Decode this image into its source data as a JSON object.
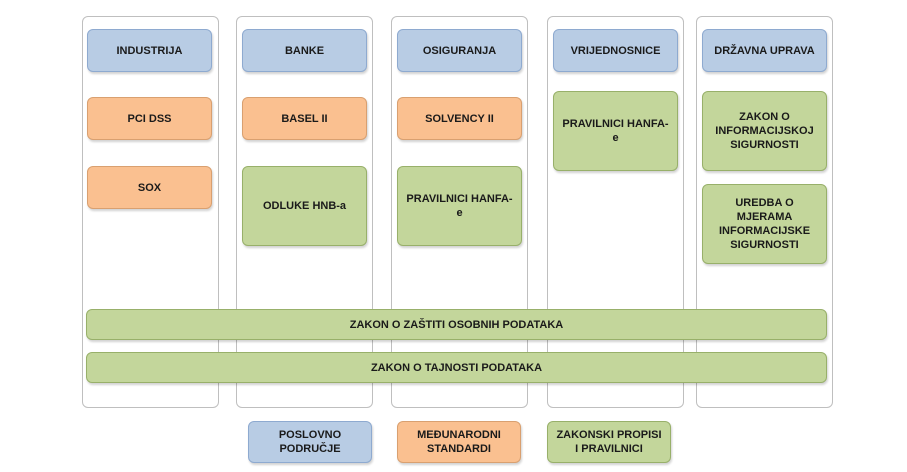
{
  "columns": [
    {
      "header": "INDUSTRIJA",
      "items": [
        {
          "label": "PCI DSS",
          "type": "standard"
        },
        {
          "label": "SOX",
          "type": "standard"
        }
      ]
    },
    {
      "header": "BANKE",
      "items": [
        {
          "label": "BASEL II",
          "type": "standard"
        },
        {
          "label": "ODLUKE HNB-a",
          "type": "law"
        }
      ]
    },
    {
      "header": "OSIGURANJA",
      "items": [
        {
          "label": "SOLVENCY II",
          "type": "standard"
        },
        {
          "label": "PRAVILNICI HANFA-e",
          "type": "law"
        }
      ]
    },
    {
      "header": "VRIJEDNOSNICE",
      "items": [
        {
          "label": "PRAVILNICI HANFA-e",
          "type": "law"
        }
      ]
    },
    {
      "header": "DRŽAVNA UPRAVA",
      "items": [
        {
          "label": "ZAKON O INFORMACIJSKOJ SIGURNOSTI",
          "type": "law"
        },
        {
          "label": "UREDBA O MJERAMA INFORMACIJSKE SIGURNOSTI",
          "type": "law"
        }
      ]
    }
  ],
  "spanning": [
    "ZAKON O ZAŠTITI OSOBNIH PODATAKA",
    "ZAKON O TAJNOSTI PODATAKA"
  ],
  "legend": {
    "business": "POSLOVNO PODRUČJE",
    "standards": "MEĐUNARODNI STANDARDI",
    "laws": "ZAKONSKI PROPISI I PRAVILNICI"
  },
  "colors": {
    "business": "#b8cce4",
    "standards": "#fac090",
    "laws": "#c3d69b"
  }
}
